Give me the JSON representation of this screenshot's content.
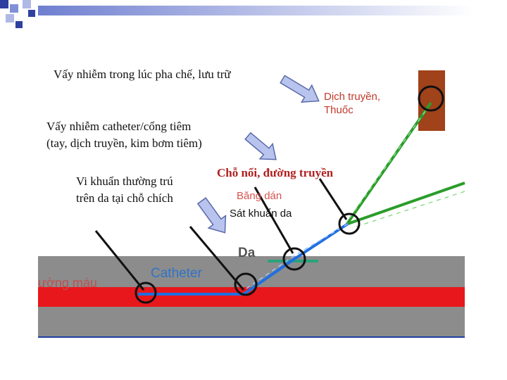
{
  "labels": {
    "contamination_prep_storage": "Vấy nhiễm trong lúc pha chế, lưu trữ",
    "contamination_catheter_port": [
      "Vấy nhiễm catheter/cổng tiêm",
      "(tay, dịch truyền, kim bơm tiêm)"
    ],
    "skin_bacteria": [
      "Vi khuẩn thường trú",
      "trên da tại chỗ chích"
    ],
    "connections": "Chỗ nối, đường truyền",
    "fluid_drug": [
      "Dịch truyền,",
      "Thuốc"
    ],
    "dressing": "Băng dán",
    "antiseptic": "Sát khuẩn da",
    "skin": "Da",
    "catheter": "Catheter",
    "vessel": "ường máu"
  },
  "colors": {
    "skin_gray": "#8c8c8c",
    "vessel_red": "#e8171c",
    "catheter_blue": "#1f6fe0",
    "infusion_green": "#2a9d2a",
    "fluid_bag_brown": "#a0421a",
    "dressing_teal": "#2aa37a",
    "arrow_fill": "#b8c4ee",
    "deco_blue": "#3040a0"
  }
}
